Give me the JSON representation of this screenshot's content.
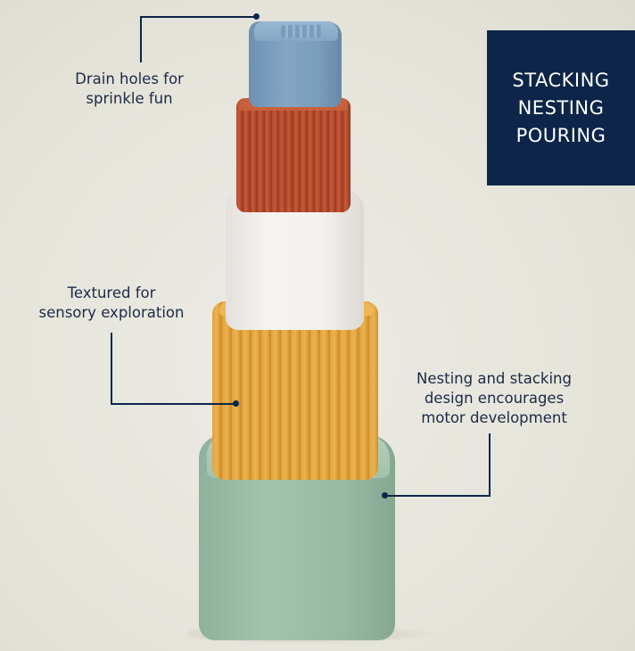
{
  "title_box": {
    "lines": [
      "STACKING",
      "NESTING",
      "POURING"
    ],
    "background": "#0c2548"
  },
  "callouts": {
    "drain": [
      "Drain holes for",
      "sprinkle fun"
    ],
    "textured": [
      "Textured for",
      "sensory exploration"
    ],
    "nesting": [
      "Nesting and stacking",
      "design encourages",
      "motor development"
    ]
  },
  "blocks": {
    "colors": {
      "blue": "#7b9dbc",
      "red": "#b44a2c",
      "white": "#f4f1ee",
      "orange": "#e0a33e",
      "green": "#9bbca6"
    }
  },
  "background_color": "#e9e8e0"
}
